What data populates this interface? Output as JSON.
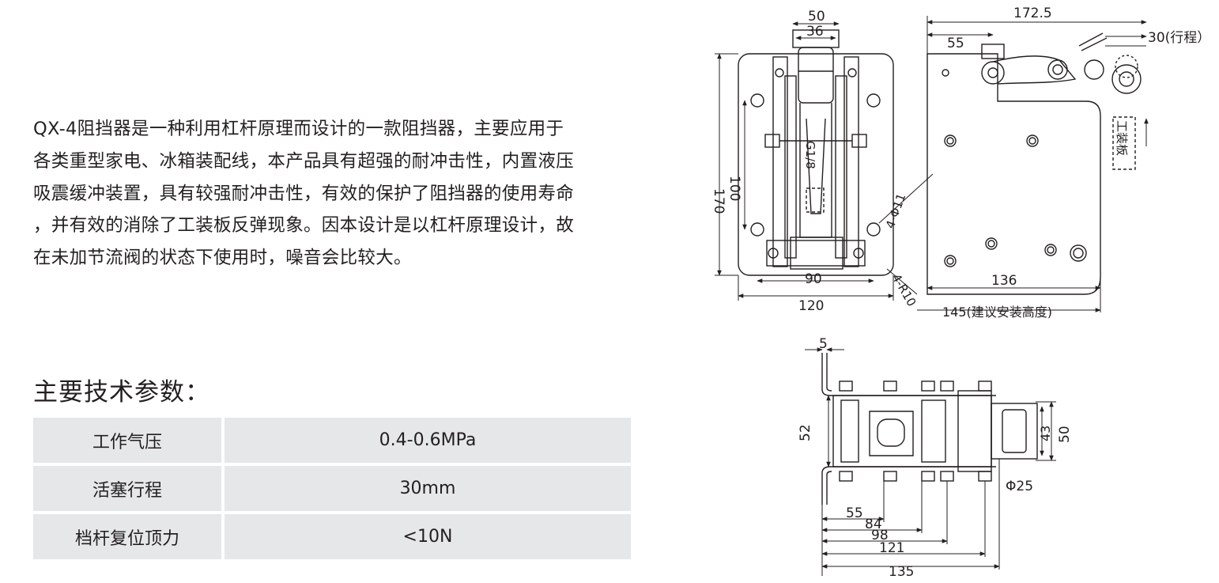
{
  "description": [
    "QX-4阻挡器是一种利用杠杆原理而设计的一款阻挡器，主要应用于",
    "各类重型家电、冰箱装配线，本产品具有超强的耐冲击性，内置液压",
    "吸震缓冲装置，具有较强耐冲击性，有效的保护了阻挡器的使用寿命",
    "，并有效的消除了工装板反弹现象。因本设计是以杠杆原理设计，故",
    "在未加节流阀的状态下使用时，噪音会比较大。"
  ],
  "spec_title": "主要技术参数：",
  "specs": [
    {
      "name": "工作气压",
      "value": "0.4-0.6MPa"
    },
    {
      "name": "活塞行程",
      "value": "30mm"
    },
    {
      "name": "档杆复位顶力",
      "value": "<10N"
    }
  ],
  "drawing_labels": {
    "front": {
      "w50": "50",
      "w36": "36",
      "h170": "170",
      "h100": "100",
      "w90": "90",
      "w120": "120",
      "g18": "G1/8",
      "hole": "4-Φ11",
      "radius": "4-R10"
    },
    "side": {
      "w1725": "172.5",
      "w55": "55",
      "stroke": "30(行程）",
      "w136": "136",
      "install": "145(建议安装高度)",
      "pallet": "工装板"
    },
    "top": {
      "t5": "5",
      "h52": "52",
      "h43": "43",
      "h50": "50",
      "d25": "Φ25",
      "l55": "55",
      "l84": "84",
      "l98": "98",
      "l121": "121",
      "l135": "135"
    }
  }
}
